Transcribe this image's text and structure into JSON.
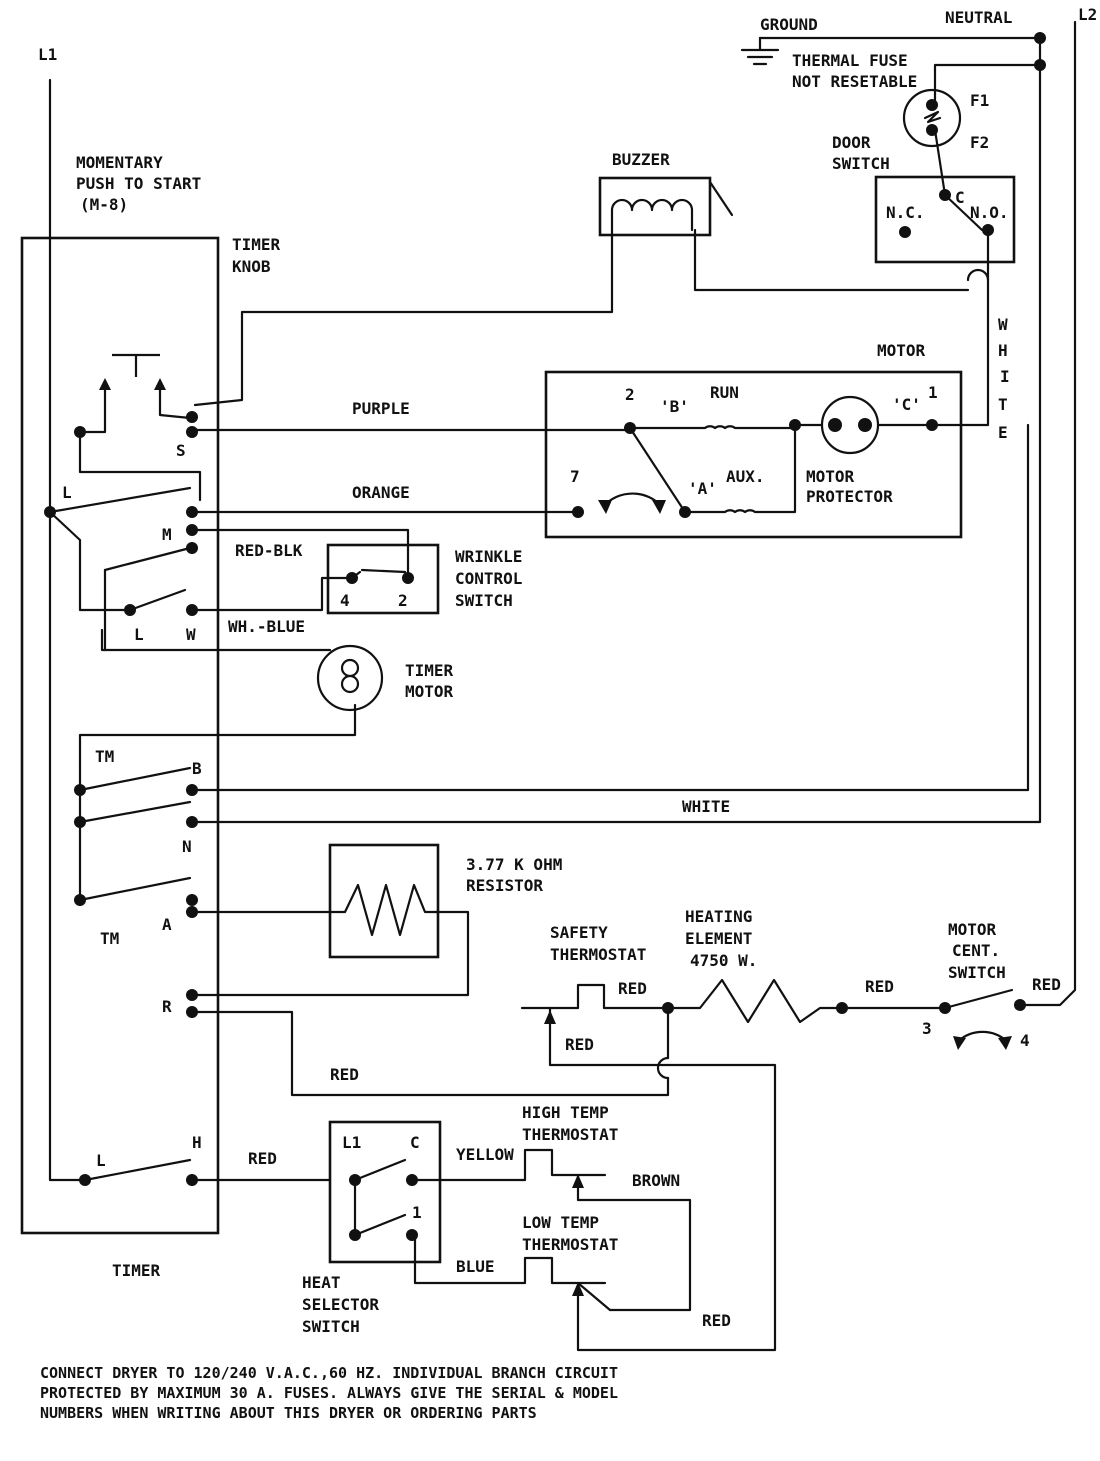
{
  "lines": {
    "l1": "L1",
    "l2": "L2",
    "ground": "GROUND",
    "neutral": "NEUTRAL"
  },
  "thermal_fuse": {
    "label1": "THERMAL FUSE",
    "label2": "NOT RESETABLE",
    "f1": "F1",
    "f2": "F2"
  },
  "door_switch": {
    "label1": "DOOR",
    "label2": "SWITCH",
    "nc": "N.C.",
    "c": "C",
    "no": "N.O."
  },
  "buzzer": {
    "label": "BUZZER"
  },
  "momentary": {
    "line1": "MOMENTARY",
    "line2": "PUSH TO START",
    "line3": "(M-8)"
  },
  "timer_knob": {
    "line1": "TIMER",
    "line2": "KNOB"
  },
  "motor": {
    "label": "MOTOR",
    "t2": "2",
    "b": "'B'",
    "run": "RUN",
    "c": "'C'",
    "t1": "1",
    "t7": "7",
    "a": "'A'",
    "aux": "AUX.",
    "protector1": "MOTOR",
    "protector2": "PROTECTOR"
  },
  "wires": {
    "purple": "PURPLE",
    "orange": "ORANGE",
    "white_vertical": [
      "W",
      "H",
      "I",
      "T",
      "E"
    ],
    "white": "WHITE",
    "red_blk": "RED-BLK",
    "wh_blue": "WH.-BLUE",
    "red_r": "RED",
    "red_h": "RED",
    "yellow": "YELLOW",
    "brown": "BROWN",
    "blue": "BLUE",
    "red_low": "RED",
    "red_safety1": "RED",
    "red_safety2": "RED",
    "red_heater": "RED",
    "red_l2": "RED"
  },
  "terminals": {
    "s": "S",
    "l_top": "L",
    "m": "M",
    "l_mid": "L",
    "w": "W",
    "tm1": "TM",
    "b": "B",
    "n": "N",
    "tm2": "TM",
    "a": "A",
    "r": "R",
    "l_bot": "L",
    "h": "H"
  },
  "wrinkle": {
    "line1": "WRINKLE",
    "line2": "CONTROL",
    "line3": "SWITCH",
    "t4": "4",
    "t2": "2"
  },
  "timer_motor": {
    "line1": "TIMER",
    "line2": "MOTOR"
  },
  "resistor": {
    "line1": "3.77 K OHM",
    "line2": "RESISTOR"
  },
  "safety_thermostat": {
    "line1": "SAFETY",
    "line2": "THERMOSTAT"
  },
  "heating_element": {
    "line1": "HEATING",
    "line2": "ELEMENT",
    "line3": "4750 W."
  },
  "motor_cent_switch": {
    "line1": "MOTOR",
    "line2": "CENT.",
    "line3": "SWITCH",
    "t3": "3",
    "t4": "4"
  },
  "high_temp": {
    "line1": "HIGH TEMP",
    "line2": "THERMOSTAT"
  },
  "low_temp": {
    "line1": "LOW TEMP",
    "line2": "THERMOSTAT"
  },
  "heat_selector": {
    "line1": "HEAT",
    "line2": "SELECTOR",
    "line3": "SWITCH",
    "l1": "L1",
    "c": "C",
    "t1": "1"
  },
  "timer": {
    "label": "TIMER"
  },
  "footer": {
    "line1": "CONNECT DRYER TO 120/240 V.A.C.,60 HZ. INDIVIDUAL BRANCH CIRCUIT",
    "line2": "PROTECTED BY MAXIMUM 30 A. FUSES. ALWAYS GIVE THE SERIAL & MODEL",
    "line3": "NUMBERS WHEN WRITING ABOUT THIS DRYER OR ORDERING PARTS"
  }
}
